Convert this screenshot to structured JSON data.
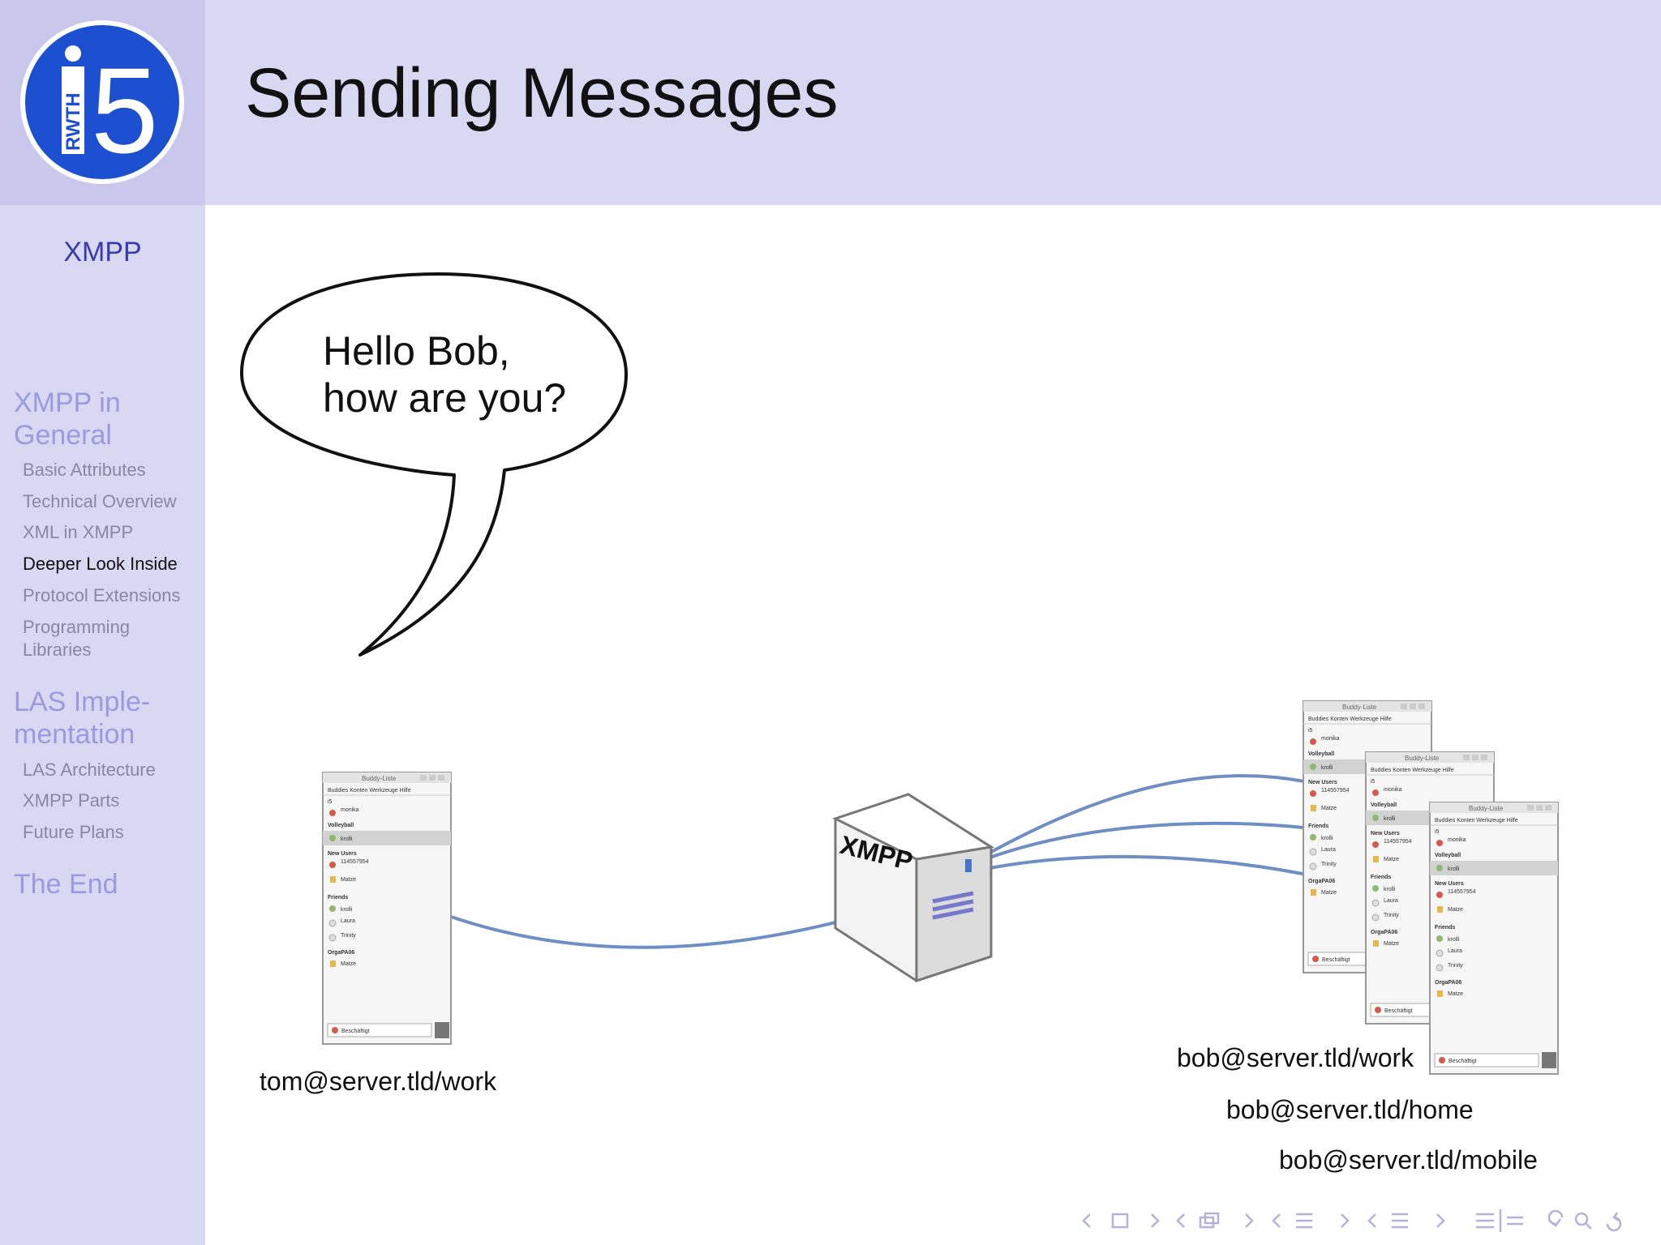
{
  "slide": {
    "title": "Sending Messages"
  },
  "logo": {
    "brand": "RWTH",
    "number": "5"
  },
  "sidebar": {
    "title": "XMPP",
    "sections": [
      {
        "label": "XMPP in General",
        "items": [
          "Basic Attributes",
          "Technical Overview",
          "XML in XMPP",
          "Deeper Look Inside",
          "Protocol Extensions",
          "Programming Libraries"
        ]
      },
      {
        "label": "LAS Imple-mentation",
        "items": [
          "LAS Architecture",
          "XMPP Parts",
          "Future Plans"
        ]
      },
      {
        "label": "The End",
        "items": []
      }
    ],
    "active_item": "Deeper Look Inside"
  },
  "diagram": {
    "bubble_line1": "Hello Bob,",
    "bubble_line2": "how are you?",
    "server_label": "XMPP",
    "sender_label": "tom@server.tld/work",
    "receivers": [
      "bob@server.tld/work",
      "bob@server.tld/home",
      "bob@server.tld/mobile"
    ],
    "client_window": {
      "title": "Buddy-Liste",
      "menu": [
        "Buddies",
        "Konten",
        "Werkzeuge",
        "Hilfe"
      ],
      "groups": [
        {
          "name": "i5",
          "contacts": [
            {
              "name": "monika",
              "status": "Nicht stören"
            }
          ]
        },
        {
          "name": "Volleyball",
          "contacts": [
            {
              "name": "krolli",
              "status": ""
            }
          ]
        },
        {
          "name": "New Users",
          "contacts": [
            {
              "name": "114557954",
              "status": "Nicht stören"
            },
            {
              "name": "Matze",
              "status": "Nicht verfügbar"
            }
          ]
        },
        {
          "name": "Friends",
          "contacts": [
            {
              "name": "krolli",
              "status": ""
            },
            {
              "name": "Laura",
              "status": "Offline"
            },
            {
              "name": "Trinity",
              "status": "Offline"
            }
          ]
        },
        {
          "name": "OrgaPA06",
          "contacts": [
            {
              "name": "Matze",
              "status": "Nicht verfügbar"
            }
          ]
        }
      ],
      "status_select": "Beschäftigt"
    }
  },
  "colors": {
    "sidebar_bg": "#d9d8f3",
    "logo_blue": "#1d4fd1",
    "line_blue": "#6f8fc4",
    "section_text": "#9a9ae0"
  }
}
